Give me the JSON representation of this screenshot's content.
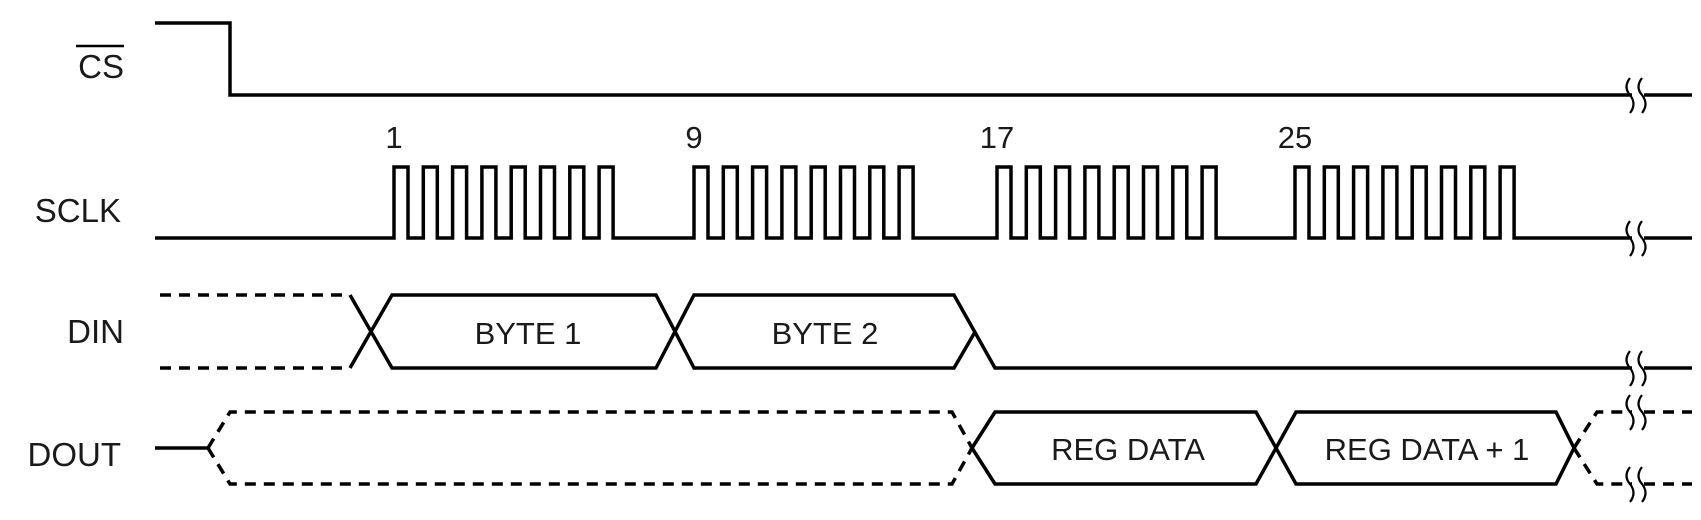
{
  "signals": {
    "cs": "CS",
    "sclk": "SCLK",
    "din": "DIN",
    "dout": "DOUT"
  },
  "clock_counts": [
    "1",
    "9",
    "17",
    "25"
  ],
  "din_cells": [
    "BYTE 1",
    "BYTE 2"
  ],
  "dout_cells": [
    "REG DATA",
    "REG DATA + 1"
  ]
}
